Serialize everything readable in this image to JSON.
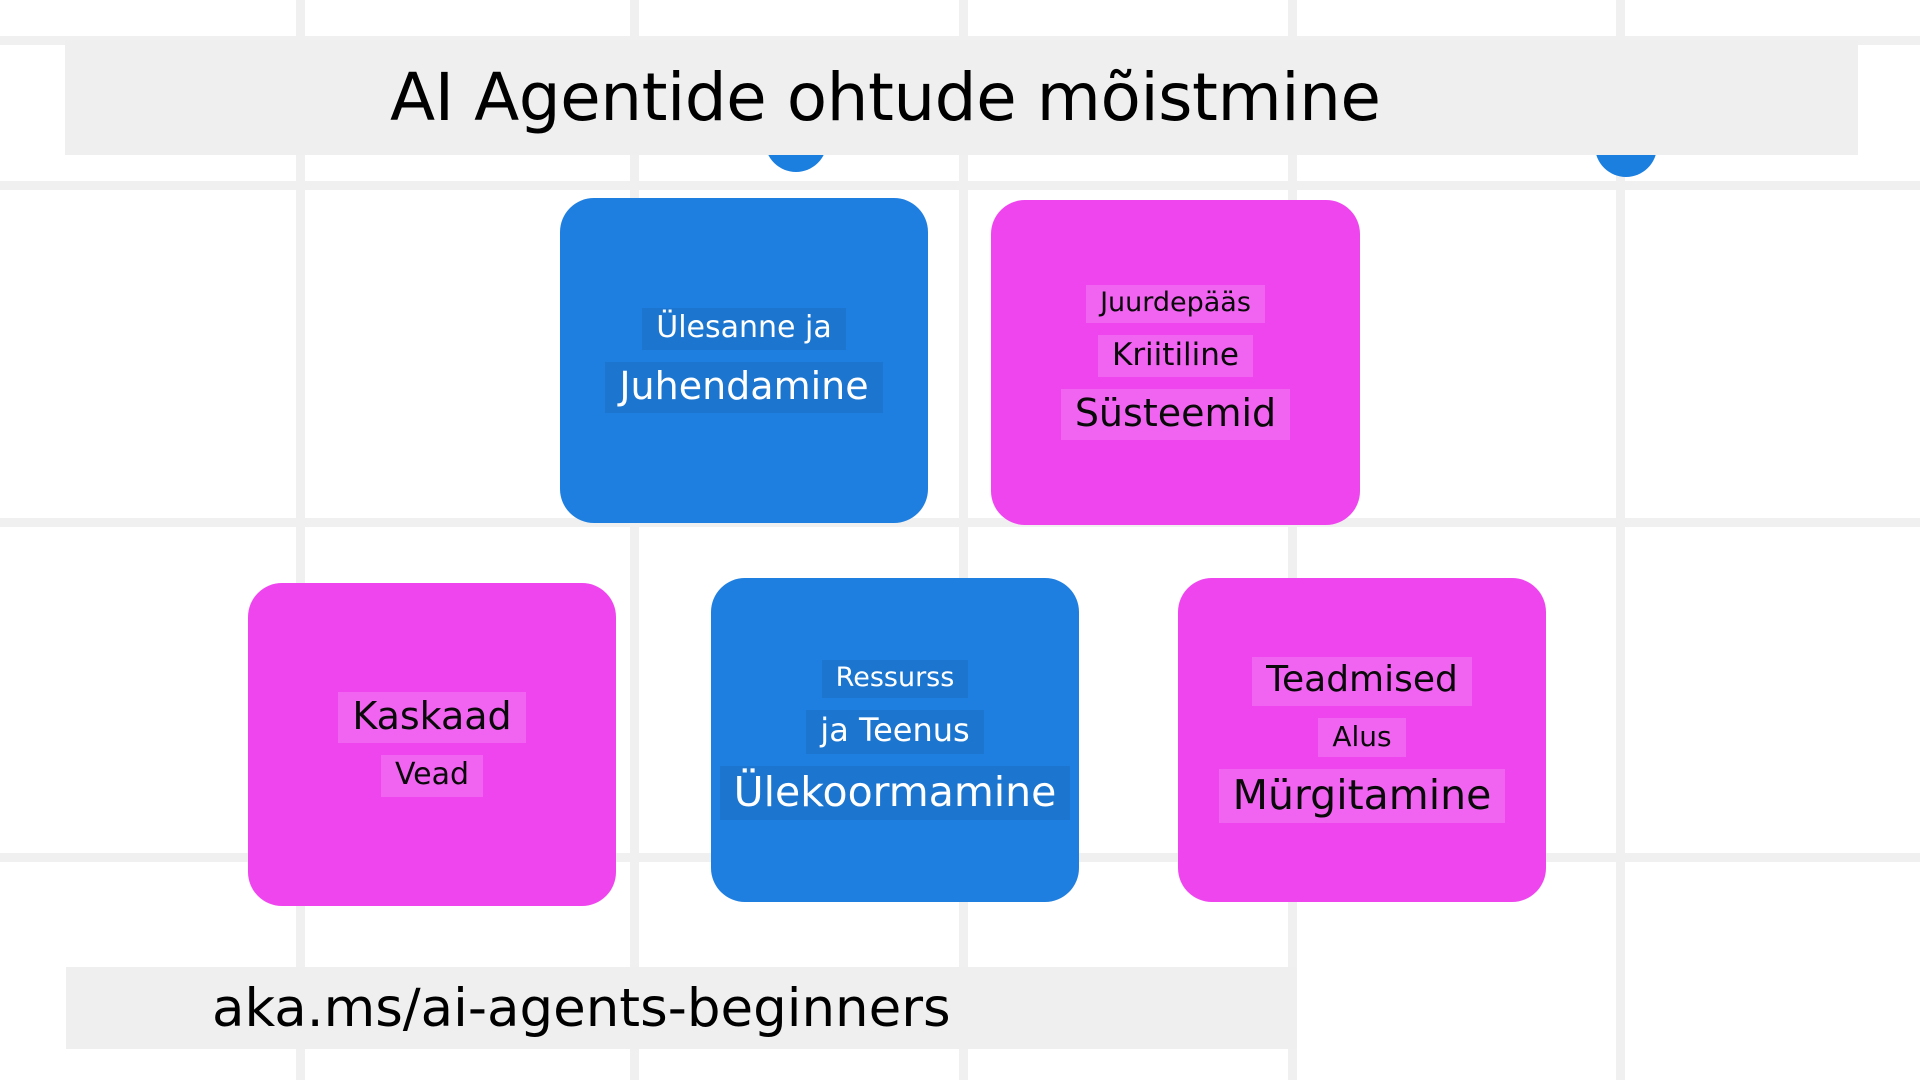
{
  "page": {
    "title": "AI Agentide ohtude mõistmine",
    "background_color": "#ffffff",
    "grid_line_color": "#f0f0f0",
    "band_color": "#efefef",
    "accent_blue": "#1f7fe0",
    "accent_magenta": "#ef45ef"
  },
  "header": {
    "title": "AI Agentide ohtude mõistmine"
  },
  "decorations": {
    "arc_color": "#1b7fe0",
    "arcs": [
      {
        "name": "blue-arc-left"
      },
      {
        "name": "blue-arc-right"
      }
    ]
  },
  "cards": [
    {
      "id": "task-guidance",
      "color": "blue",
      "color_hex": "#1f7fe0",
      "text_color": "#ffffff",
      "lines": [
        "Ülesanne ja",
        "Juhendamine"
      ]
    },
    {
      "id": "critical-systems",
      "color": "magenta",
      "color_hex": "#ef45ef",
      "text_color": "#0a0a0a",
      "lines": [
        "Juurdepääs",
        "Kriitiline",
        "Süsteemid"
      ]
    },
    {
      "id": "cascade-errors",
      "color": "magenta",
      "color_hex": "#ef45ef",
      "text_color": "#0a0a0a",
      "lines": [
        "Kaskaad",
        "Vead"
      ]
    },
    {
      "id": "resource-overload",
      "color": "blue",
      "color_hex": "#1f7fe0",
      "text_color": "#ffffff",
      "lines": [
        "Ressurss",
        "ja Teenus",
        "Ülekoormamine"
      ]
    },
    {
      "id": "knowledge-poisoning",
      "color": "magenta",
      "color_hex": "#ef45ef",
      "text_color": "#0a0a0a",
      "lines": [
        "Teadmised",
        "Alus",
        "Mürgitamine"
      ]
    }
  ],
  "footer": {
    "link": "aka.ms/ai-agents-beginners"
  }
}
